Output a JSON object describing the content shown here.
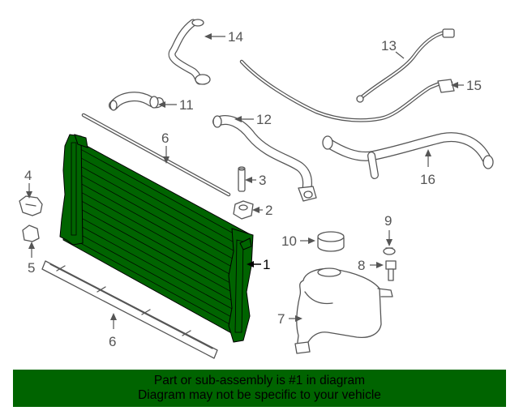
{
  "colors": {
    "highlight_part": "#006400",
    "banner_background": "#006400",
    "line_art": "#555555",
    "background": "#ffffff"
  },
  "callouts": [
    {
      "id": "1",
      "label": "1"
    },
    {
      "id": "2",
      "label": "2"
    },
    {
      "id": "3",
      "label": "3"
    },
    {
      "id": "4",
      "label": "4"
    },
    {
      "id": "5",
      "label": "5"
    },
    {
      "id": "6a",
      "label": "6"
    },
    {
      "id": "6b",
      "label": "6"
    },
    {
      "id": "7",
      "label": "7"
    },
    {
      "id": "8",
      "label": "8"
    },
    {
      "id": "9",
      "label": "9"
    },
    {
      "id": "10",
      "label": "10"
    },
    {
      "id": "11",
      "label": "11"
    },
    {
      "id": "12",
      "label": "12"
    },
    {
      "id": "13",
      "label": "13"
    },
    {
      "id": "14",
      "label": "14"
    },
    {
      "id": "15",
      "label": "15"
    },
    {
      "id": "16",
      "label": "16"
    }
  ],
  "banner": {
    "line1": "Part or sub-assembly is #1 in diagram",
    "line2": "Diagram may not be specific to your vehicle"
  }
}
